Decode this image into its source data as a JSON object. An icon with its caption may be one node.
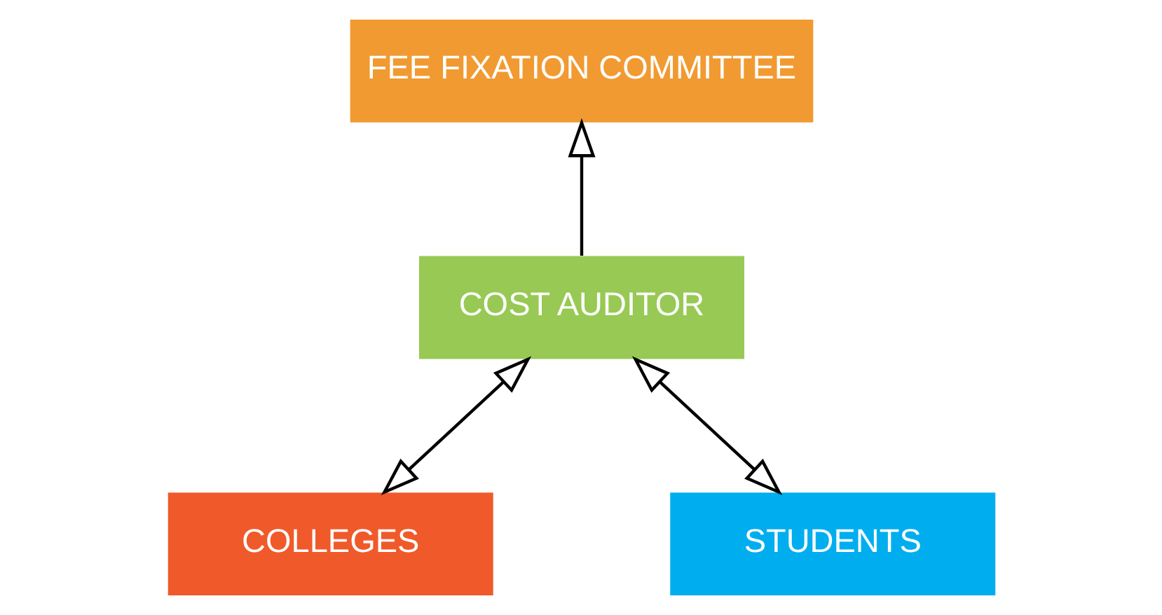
{
  "diagram": {
    "nodes": [
      {
        "text": [
          "FEE FIXATION COMMITTEE"
        ]
      },
      {
        "text": [
          "COST AUDITOR"
        ]
      },
      {
        "text": [
          "COLLEGES"
        ]
      },
      {
        "text": [
          "STUDENTS"
        ]
      }
    ],
    "edges": [
      {
        "from": 1,
        "to": 0,
        "arrow": "to"
      },
      {
        "from": 2,
        "to": 1,
        "arrow": "both"
      },
      {
        "from": 3,
        "to": 1,
        "arrow": "both"
      }
    ]
  }
}
